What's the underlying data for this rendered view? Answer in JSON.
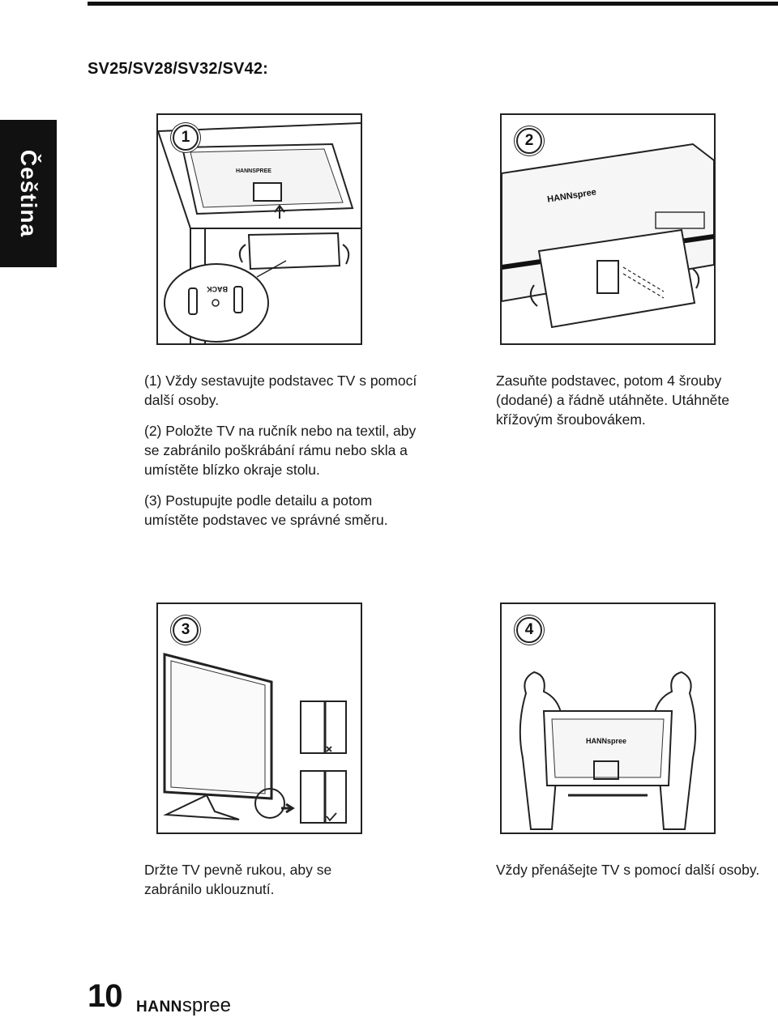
{
  "header": {
    "model": "SV25/SV28/SV32/SV42:"
  },
  "side_tab": {
    "language": "Čeština"
  },
  "figures": [
    {
      "step": "1",
      "back_label": "BACK",
      "brand_label": "HANNSPREE"
    },
    {
      "step": "2",
      "brand_label": "HANNspree"
    },
    {
      "step": "3"
    },
    {
      "step": "4",
      "brand_label": "HANNspree"
    }
  ],
  "instructions": {
    "step1": [
      "(1) Vždy sestavujte podstavec TV s pomocí další osoby.",
      "(2) Položte TV na ručník nebo na textil, aby se zabránilo poškrábání rámu nebo skla a umístěte blízko okraje stolu.",
      "(3) Postupujte podle detailu a potom umístěte podstavec ve správné směru."
    ],
    "step2": "Zasuňte podstavec, potom 4 šrouby (dodané) a řádně utáhněte. Utáhněte křížovým šroubovákem.",
    "step3": "Držte TV pevně rukou, aby se zabránilo uklouznutí.",
    "step4": "Vždy přenášejte TV s pomocí další osoby."
  },
  "footer": {
    "page_number": "10",
    "brand_bold": "HANN",
    "brand_light": "spree"
  }
}
